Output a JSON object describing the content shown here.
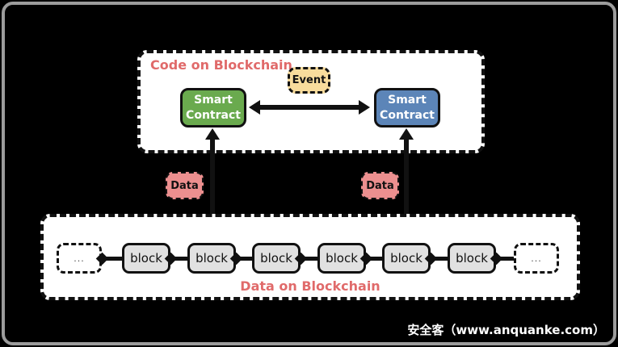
{
  "top": {
    "title": "Code on Blockchain",
    "event_label": "Event",
    "contract_left_label": "Smart Contract",
    "contract_right_label": "Smart Contract"
  },
  "middle": {
    "data_left": "Data",
    "data_right": "Data"
  },
  "bottom": {
    "title": "Data on Blockchain",
    "ellipsis_left": "...",
    "ellipsis_right": "...",
    "blocks": [
      {
        "label": "block"
      },
      {
        "label": "block"
      },
      {
        "label": "block"
      },
      {
        "label": "block"
      },
      {
        "label": "block"
      },
      {
        "label": "block"
      }
    ]
  },
  "watermark": "安全客（www.anquanke.com）",
  "colors": {
    "background": "#000000",
    "frame_border": "#9c9c9c",
    "section_title": "#e06a6a",
    "contract_left_bg": "#6aaa4e",
    "contract_right_bg": "#5c85b8",
    "event_bg": "#f8dc9c",
    "data_badge_bg": "#ec8f8f",
    "block_bg": "#e1e1e1",
    "container_bg": "#ffffff",
    "line": "#111111",
    "watermark_text": "#ffffff"
  }
}
